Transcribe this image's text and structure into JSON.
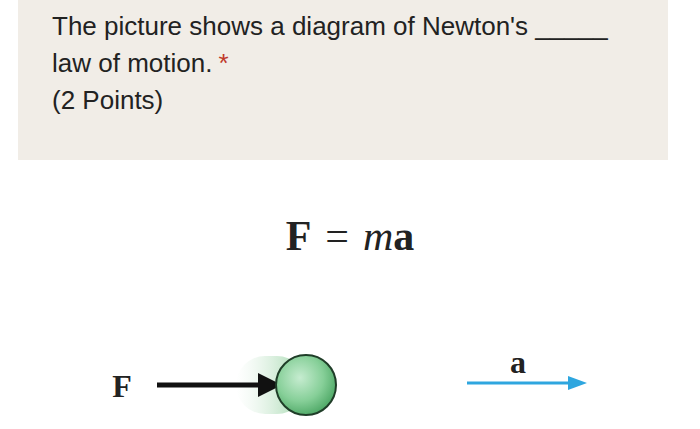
{
  "diagram": {
    "title": "The picture shows a diagram of Newton's _____ law of motion.",
    "labels": [
      "*",
      "(2 Points)",
      "F",
      "=",
      "m",
      "a",
      "F",
      "a"
    ]
  }
}
